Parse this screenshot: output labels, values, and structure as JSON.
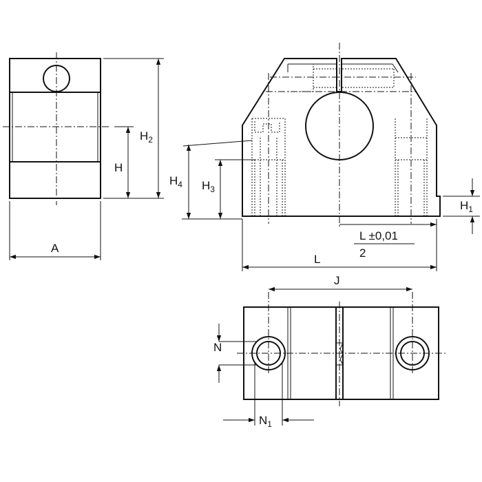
{
  "dimensions": {
    "A": "A",
    "H": "H",
    "H2": {
      "main": "H",
      "sub": "2"
    },
    "H4": {
      "main": "H",
      "sub": "4"
    },
    "H3": {
      "main": "H",
      "sub": "3"
    },
    "H1": {
      "main": "H",
      "sub": "1"
    },
    "L_half_top": "L ±0,01",
    "L_half_bottom": "2",
    "L": "L",
    "J": "J",
    "N": "N",
    "N1": {
      "main": "N",
      "sub": "1"
    }
  }
}
